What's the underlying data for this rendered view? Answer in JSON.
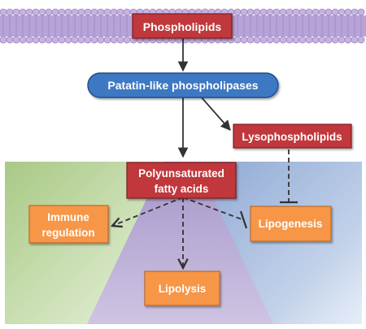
{
  "nodes": {
    "phospholipids": {
      "label": "Phospholipids",
      "color": "#c0393b"
    },
    "patatin": {
      "label": "Patatin-like phospholipases",
      "color": "#3d78c2"
    },
    "lysophospholipids": {
      "label": "Lysophospholipids",
      "color": "#c0393b"
    },
    "pufa": {
      "line1": "Polyunsaturated",
      "line2": "fatty acids",
      "color": "#c0393b"
    },
    "immune": {
      "line1": "Immune",
      "line2": "regulation",
      "color": "#f79646"
    },
    "lipogenesis": {
      "label": "Lipogenesis",
      "color": "#f79646"
    },
    "lipolysis": {
      "label": "Lipolysis",
      "color": "#f79646"
    }
  },
  "edges": [
    {
      "from": "phospholipids",
      "to": "patatin",
      "type": "activation"
    },
    {
      "from": "patatin",
      "to": "pufa",
      "type": "activation"
    },
    {
      "from": "patatin",
      "to": "lysophospholipids",
      "type": "activation"
    },
    {
      "from": "pufa",
      "to": "immune",
      "type": "dashed-activation"
    },
    {
      "from": "pufa",
      "to": "lipolysis",
      "type": "dashed-activation"
    },
    {
      "from": "pufa",
      "to": "lipogenesis",
      "type": "dashed-inhibition"
    },
    {
      "from": "lysophospholipids",
      "to": "lipogenesis",
      "type": "dashed-inhibition"
    }
  ],
  "colors": {
    "membrane_head": "#c6b4e0",
    "membrane_head_stroke": "#9c84c4",
    "membrane_tail": "#b7a3d8",
    "bg_green": "#b3cf8f",
    "bg_purple": "#ab9ccc",
    "bg_blue": "#9fb4d8"
  }
}
